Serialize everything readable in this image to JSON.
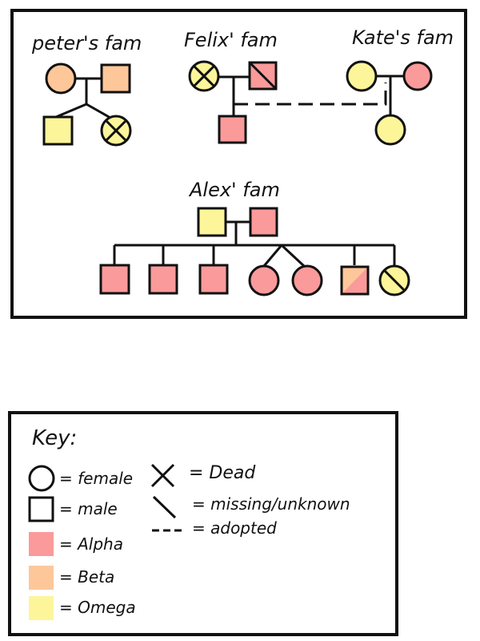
{
  "colors": {
    "alpha": "#fb9a9a",
    "beta": "#fdc79a",
    "omega": "#fdf59a",
    "ink": "#111111"
  },
  "families": {
    "peter": {
      "title": "peter's fam"
    },
    "felix": {
      "title": "Felix' fam"
    },
    "kate": {
      "title": "Kate's fam"
    },
    "alex": {
      "title": "Alex' fam"
    }
  },
  "key": {
    "title": "Key:",
    "female": "= female",
    "male": "= male",
    "alpha": "= Alpha",
    "beta": "= Beta",
    "omega": "= Omega",
    "dead": "= Dead",
    "missing": "= missing/unknown",
    "adopted": "= adopted"
  }
}
